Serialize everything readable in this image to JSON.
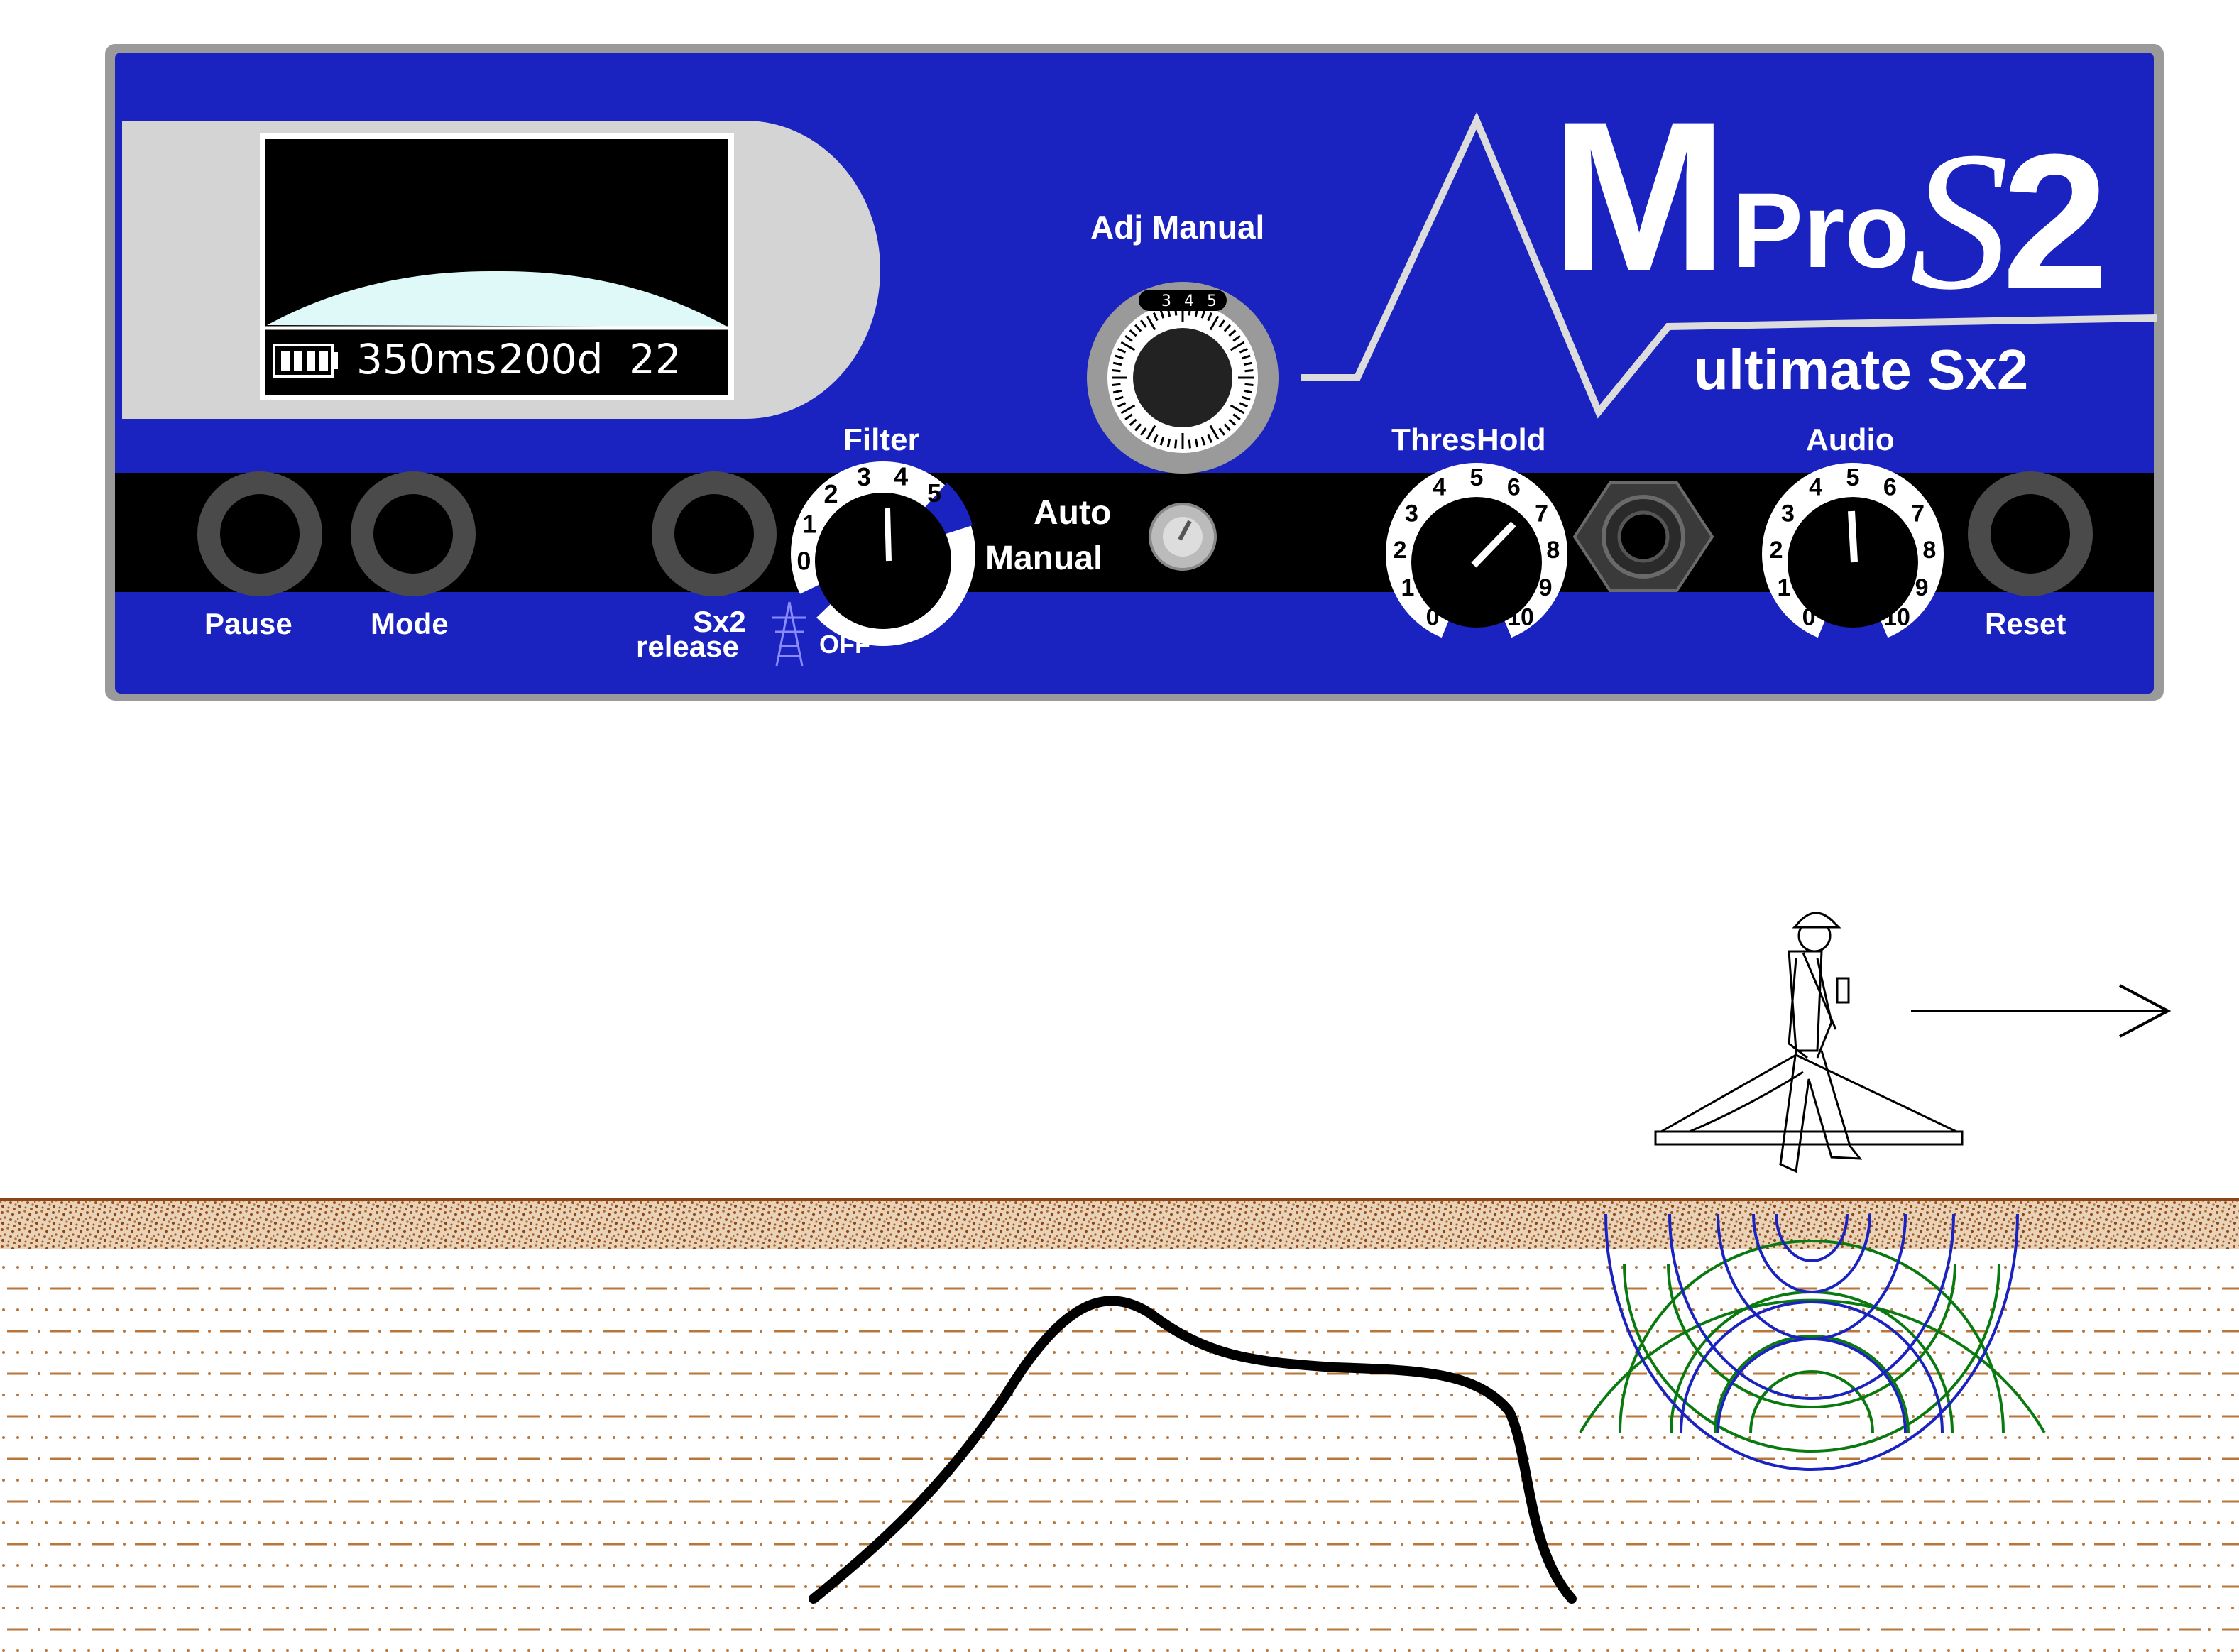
{
  "display": {
    "pulse": "350ms",
    "depth": "200d",
    "value": "22",
    "battery_icon": "battery-icon"
  },
  "brand": {
    "logo_m": "M",
    "logo_pro": "Pro",
    "logo_s": "S",
    "logo_2": "2",
    "subtitle": "ultimate Sx2"
  },
  "controls": {
    "adj_manual": "Adj Manual",
    "adj_dial_numbers": [
      "3",
      "4",
      "5"
    ],
    "auto": "Auto",
    "manual": "Manual",
    "filter": "Filter",
    "filter_off": "OFF",
    "filter_numbers": [
      "0",
      "1",
      "2",
      "3",
      "4",
      "5"
    ],
    "threshold": "ThresHold",
    "threshold_numbers": [
      "0",
      "1",
      "2",
      "3",
      "4",
      "5",
      "6",
      "7",
      "8",
      "9",
      "10"
    ],
    "audio": "Audio",
    "audio_numbers": [
      "0",
      "1",
      "2",
      "3",
      "4",
      "5",
      "6",
      "7",
      "8",
      "9",
      "10"
    ],
    "pause": "Pause",
    "mode": "Mode",
    "sx2": "Sx2",
    "release": "release",
    "reset": "Reset"
  },
  "colors": {
    "panel_blue": "#1a22c0",
    "panel_border": "#9a9a9a",
    "display_bg": "#000000",
    "waveform": "#dff8f8",
    "soil_brown": "#9a5020",
    "wave_green": "#0a7a10",
    "wave_blue": "#1a22c0"
  }
}
